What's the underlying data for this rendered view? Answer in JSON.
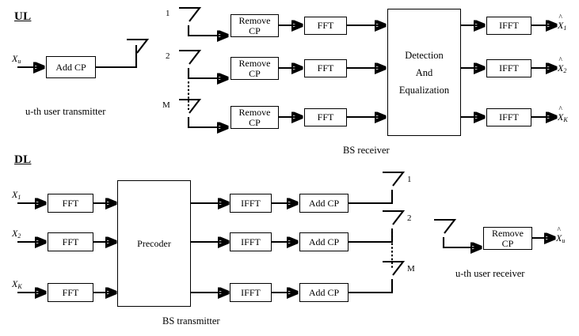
{
  "figure": {
    "background": "#ffffff",
    "line_color": "#000000"
  },
  "uplink": {
    "title": "UL",
    "user_transmitter": {
      "caption": "u-th user transmitter",
      "input_label": "X",
      "input_sub": "u",
      "block": "Add CP",
      "antenna": "antenna-icon"
    },
    "bs_receiver": {
      "caption": "BS receiver",
      "antenna_labels": [
        "1",
        "2",
        "M"
      ],
      "remove_cp_label_line1": "Remove",
      "remove_cp_label_line2": "CP",
      "fft_label": "FFT",
      "ifft_label": "IFFT",
      "center_block_lines": [
        "Detection",
        "And",
        "Equalization"
      ],
      "outputs": [
        {
          "base": "X",
          "sub": "1"
        },
        {
          "base": "X",
          "sub": "2"
        },
        {
          "base": "X",
          "sub": "K"
        }
      ],
      "branches": [
        {
          "remove_cp": "Remove CP",
          "fft": "FFT",
          "ifft": "IFFT"
        },
        {
          "remove_cp": "Remove CP",
          "fft": "FFT",
          "ifft": "IFFT"
        },
        {
          "remove_cp": "Remove CP",
          "fft": "FFT",
          "ifft": "IFFT"
        }
      ]
    }
  },
  "downlink": {
    "title": "DL",
    "bs_transmitter": {
      "caption": "BS transmitter",
      "inputs": [
        {
          "base": "X",
          "sub": "1"
        },
        {
          "base": "X",
          "sub": "2"
        },
        {
          "base": "X",
          "sub": "K"
        }
      ],
      "fft_label": "FFT",
      "precoder_label": "Precoder",
      "ifft_label": "IFFT",
      "add_cp_label": "Add CP",
      "antenna_labels": [
        "1",
        "2",
        "M"
      ]
    },
    "user_receiver": {
      "caption": "u-th user receiver",
      "antenna": "antenna-icon",
      "remove_cp_label_line1": "Remove",
      "remove_cp_label_line2": "CP",
      "output": {
        "base": "X",
        "sub": "u"
      }
    }
  }
}
